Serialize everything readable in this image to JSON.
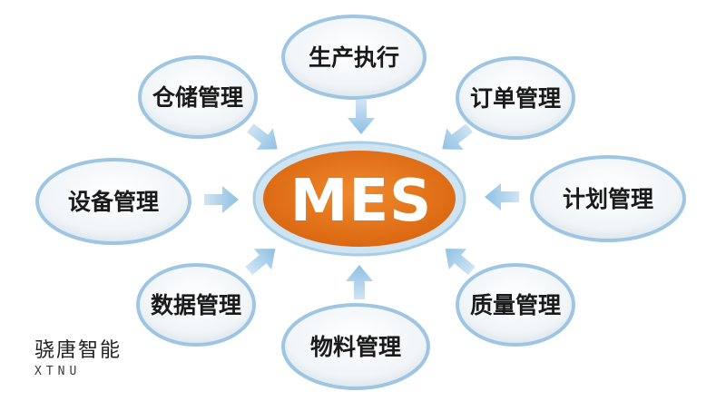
{
  "center": {
    "label": "MES"
  },
  "modules": [
    {
      "label": "生产执行"
    },
    {
      "label": "仓储管理"
    },
    {
      "label": "订单管理"
    },
    {
      "label": "设备管理"
    },
    {
      "label": "计划管理"
    },
    {
      "label": "数据管理"
    },
    {
      "label": "质量管理"
    },
    {
      "label": "物料管理"
    }
  ],
  "brand": {
    "name": "骁唐智能",
    "sub": "XTNU"
  },
  "colors": {
    "center_fill": "#e8791f",
    "center_rim": "#b7d7ec",
    "node_fill": "#eaf1f6",
    "node_rim": "#9ec6e2",
    "arrow": "#a9cfe9"
  }
}
